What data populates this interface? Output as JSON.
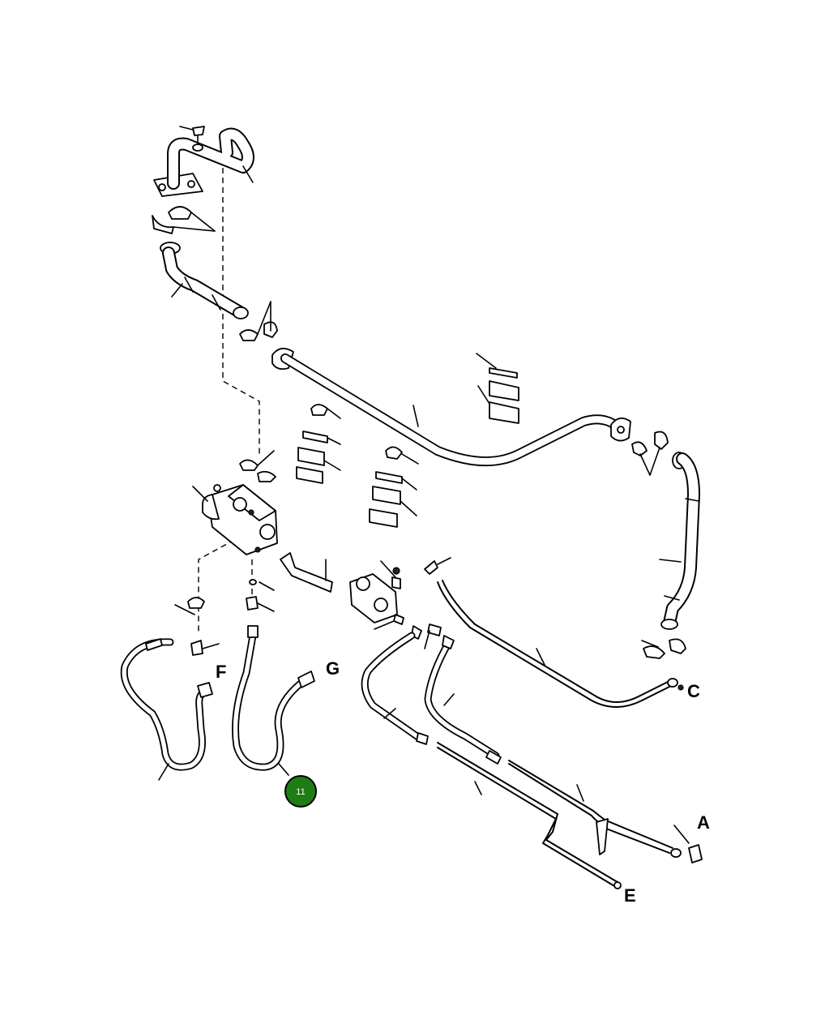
{
  "callouts": {
    "A": "A",
    "C": "C",
    "E": "E",
    "F": "F",
    "G": "G"
  },
  "badge": {
    "number": "11",
    "color": "#1e7d14",
    "ring_color": "#000000"
  }
}
